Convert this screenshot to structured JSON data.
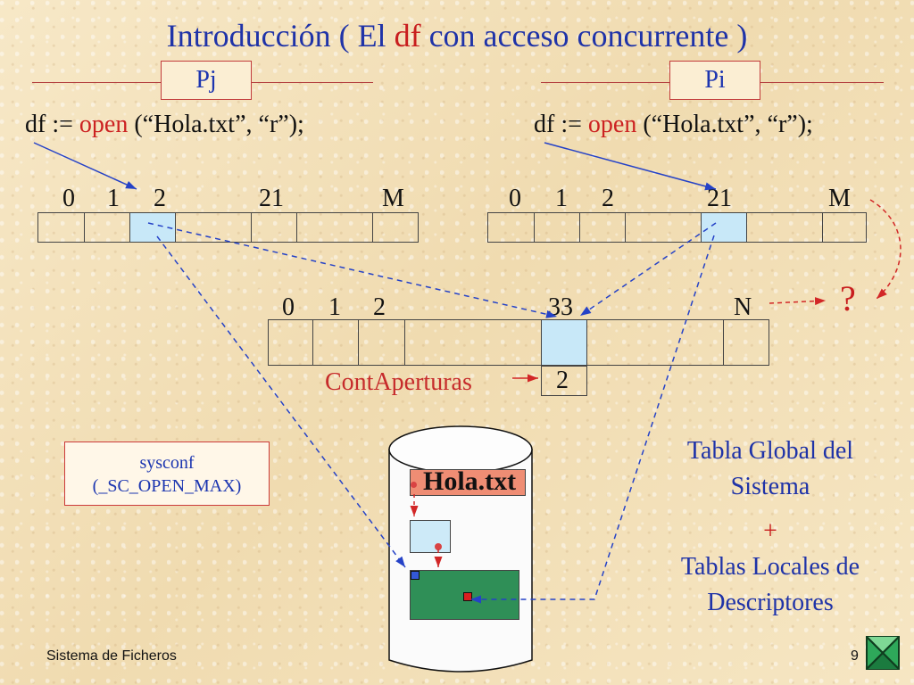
{
  "title": {
    "prefix": "Introducción ( El ",
    "highlight": "df",
    "suffix": " con acceso concurrente )"
  },
  "processes": [
    {
      "label": "Pj",
      "code_lhs": "df := ",
      "code_kw": "open",
      "code_rhs": " (“Hola.txt”, “r”);",
      "indices": [
        "0",
        "1",
        "2",
        "21",
        "M"
      ]
    },
    {
      "label": "Pi",
      "code_lhs": "df := ",
      "code_kw": "open",
      "code_rhs": " (“Hola.txt”, “r”);",
      "indices": [
        "0",
        "1",
        "2",
        "21",
        "M"
      ]
    }
  ],
  "global_table": {
    "indices": [
      "0",
      "1",
      "2",
      "33",
      "N"
    ],
    "contaperturas_label": "ContAperturas",
    "contaperturas_value": "2"
  },
  "question_mark": "?",
  "sysconf": {
    "line1": "sysconf",
    "line2": "(_SC_OPEN_MAX)"
  },
  "disk": {
    "file_label": "Hola.txt"
  },
  "right_panel": {
    "line1": "Tabla Global del",
    "line2": "Sistema",
    "plus": "+",
    "line3": "Tablas Locales de",
    "line4": "Descriptores"
  },
  "footer": {
    "left": "Sistema de Ficheros",
    "page": "9"
  },
  "colors": {
    "title_blue": "#1f33a8",
    "red": "#c81e1e",
    "cell_highlight": "#c8e8f8",
    "disk_green": "#2f8f57",
    "file_box": "#ef8d74"
  }
}
